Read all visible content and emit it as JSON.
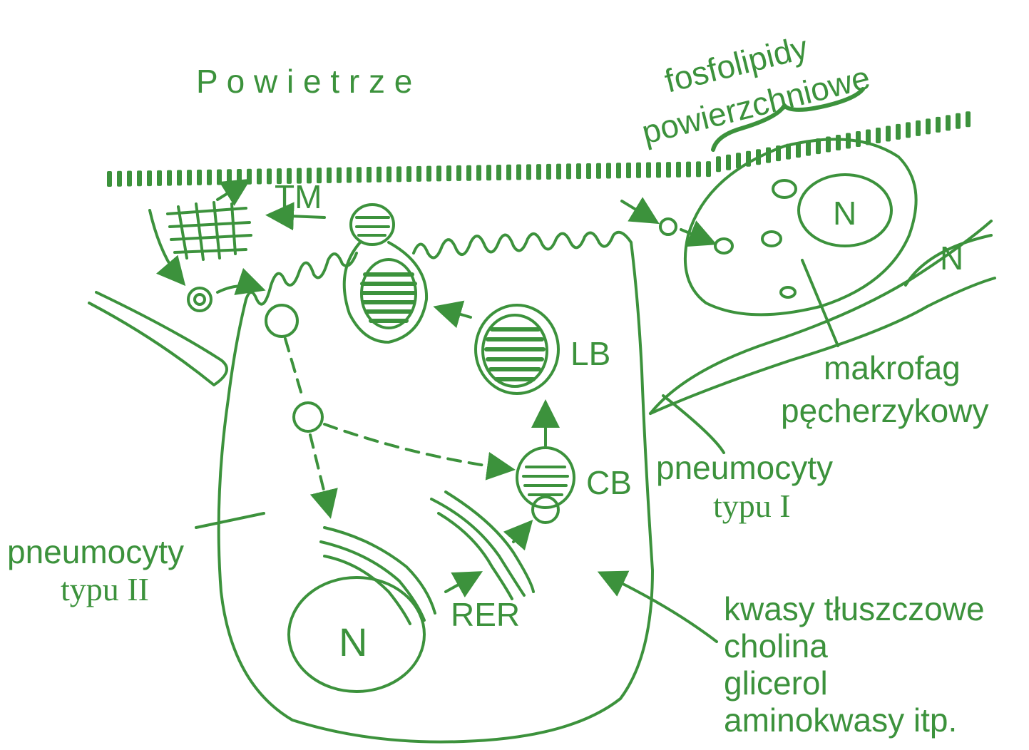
{
  "colors": {
    "ink": "#3c923c",
    "background": "#ffffff"
  },
  "labels": {
    "air": "P o w i e t r z e",
    "surface_phospholipids_line1": "fosfolipidy",
    "surface_phospholipids_line2": "powierzchniowe",
    "tm": "TM",
    "lb": "LB",
    "cb": "CB",
    "rer": "RER",
    "nucleus_type2": "N",
    "nucleus_macrophage": "N",
    "nucleus_type1": "N",
    "macrophage_line1": "makrofag",
    "macrophage_line2": "pęcherzykowy",
    "type1_line1": "pneumocyty",
    "type1_line2": "typu I",
    "type2_line1": "pneumocyty",
    "type2_line2": "typu II",
    "substrates_line1": "kwasy tłuszczowe",
    "substrates_line2": "cholina",
    "substrates_line3": "glicerol",
    "substrates_line4": "aminokwasy itp."
  }
}
